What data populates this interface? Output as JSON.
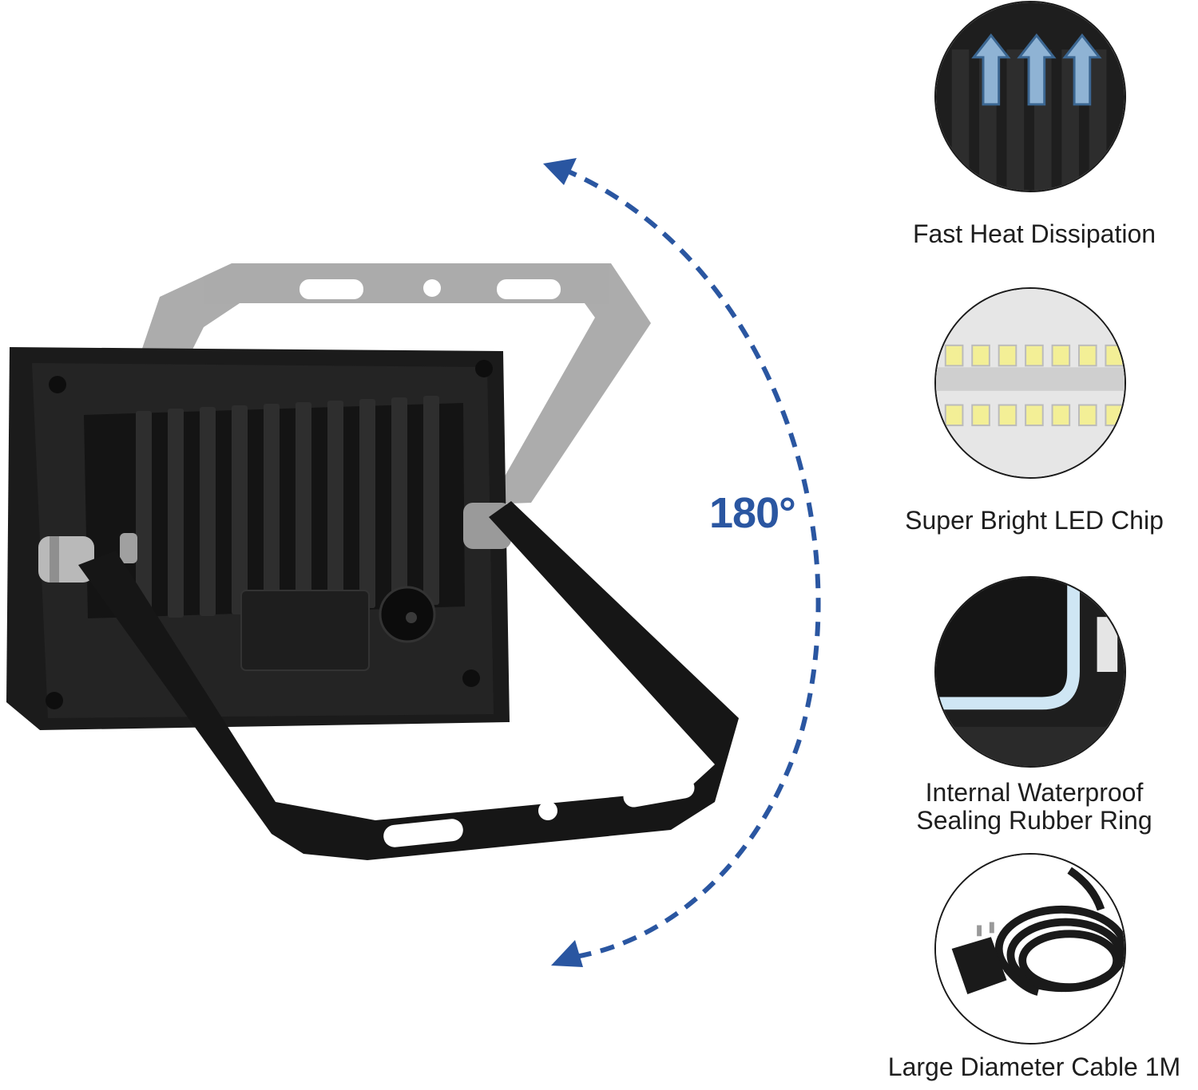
{
  "rotation": {
    "angle_label": "180°",
    "accent_color": "#2a56a1"
  },
  "features": [
    {
      "icon": "heat-fins-icon",
      "line1": "Fast Heat Dissipation",
      "line2": ""
    },
    {
      "icon": "led-chip-icon",
      "line1": "Super Bright LED Chip",
      "line2": ""
    },
    {
      "icon": "rubber-seal-icon",
      "line1": "Internal Waterproof",
      "line2": "Sealing Rubber Ring"
    },
    {
      "icon": "cable-plug-icon",
      "line1": "Large Diameter Cable 1M",
      "line2": ""
    }
  ],
  "colors": {
    "housing": "#1b1b1b",
    "bracket_ghost": "#a9a9a9",
    "seal": "#cfe6f4",
    "led": "#f3ef96"
  }
}
